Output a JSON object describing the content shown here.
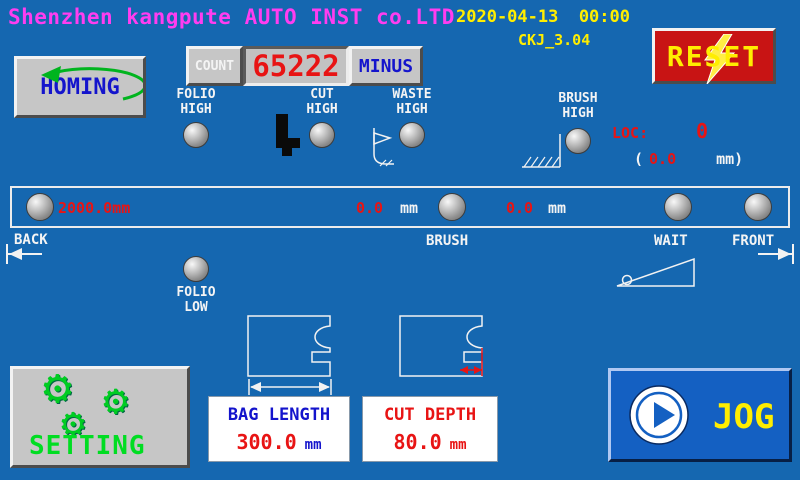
{
  "colors": {
    "background": "#1567b0",
    "title_magenta": "#ff3df0",
    "accent_yellow": "#ffee00",
    "value_red": "#e81414",
    "button_blue_text": "#1414cc",
    "green": "#00cc22",
    "reset_red": "#c81414"
  },
  "header": {
    "company": "Shenzhen kangpute AUTO INST co.LTD",
    "datetime": "2020-04-13  00:00",
    "version": "CKJ_3.04"
  },
  "buttons": {
    "reset": "RESET",
    "homing": "HOMING",
    "count": "COUNT",
    "minus": "MINUS",
    "setting": "SETTING",
    "jog": "JOG"
  },
  "counter_value": "65222",
  "indicators": {
    "folio_high": {
      "line1": "FOLIO",
      "line2": "HIGH"
    },
    "cut_high": {
      "line1": "CUT",
      "line2": "HIGH"
    },
    "waste_high": {
      "line1": "WASTE",
      "line2": "HIGH"
    },
    "brush_high": {
      "line1": "BRUSH",
      "line2": "HIGH"
    },
    "folio_low": {
      "line1": "FOLIO",
      "line2": "LOW"
    }
  },
  "loc": {
    "label": "LOC:",
    "value": "0",
    "open": "(",
    "sub_value": "0.0",
    "close": "mm)"
  },
  "position_bar": {
    "total_length": "2000.0mm",
    "brush_value": "0.0",
    "brush_unit": "mm",
    "wait_value": "0.0",
    "wait_unit": "mm"
  },
  "axis": {
    "back": "BACK",
    "brush": "BRUSH",
    "wait": "WAIT",
    "front": "FRONT"
  },
  "fields": {
    "bag_length": {
      "label": "BAG LENGTH",
      "value": "300.0",
      "unit": "mm"
    },
    "cut_depth": {
      "label": "CUT DEPTH",
      "value": "80.0",
      "unit": "mm"
    }
  },
  "icons": {
    "reset": "lightning-bolt",
    "homing": "return-arrow",
    "cut": "cutter-silhouette",
    "waste": "waste-scraper",
    "brush": "brush-hatch",
    "wait": "ramp-wedge",
    "jog": "play-circle",
    "setting": "gears"
  }
}
